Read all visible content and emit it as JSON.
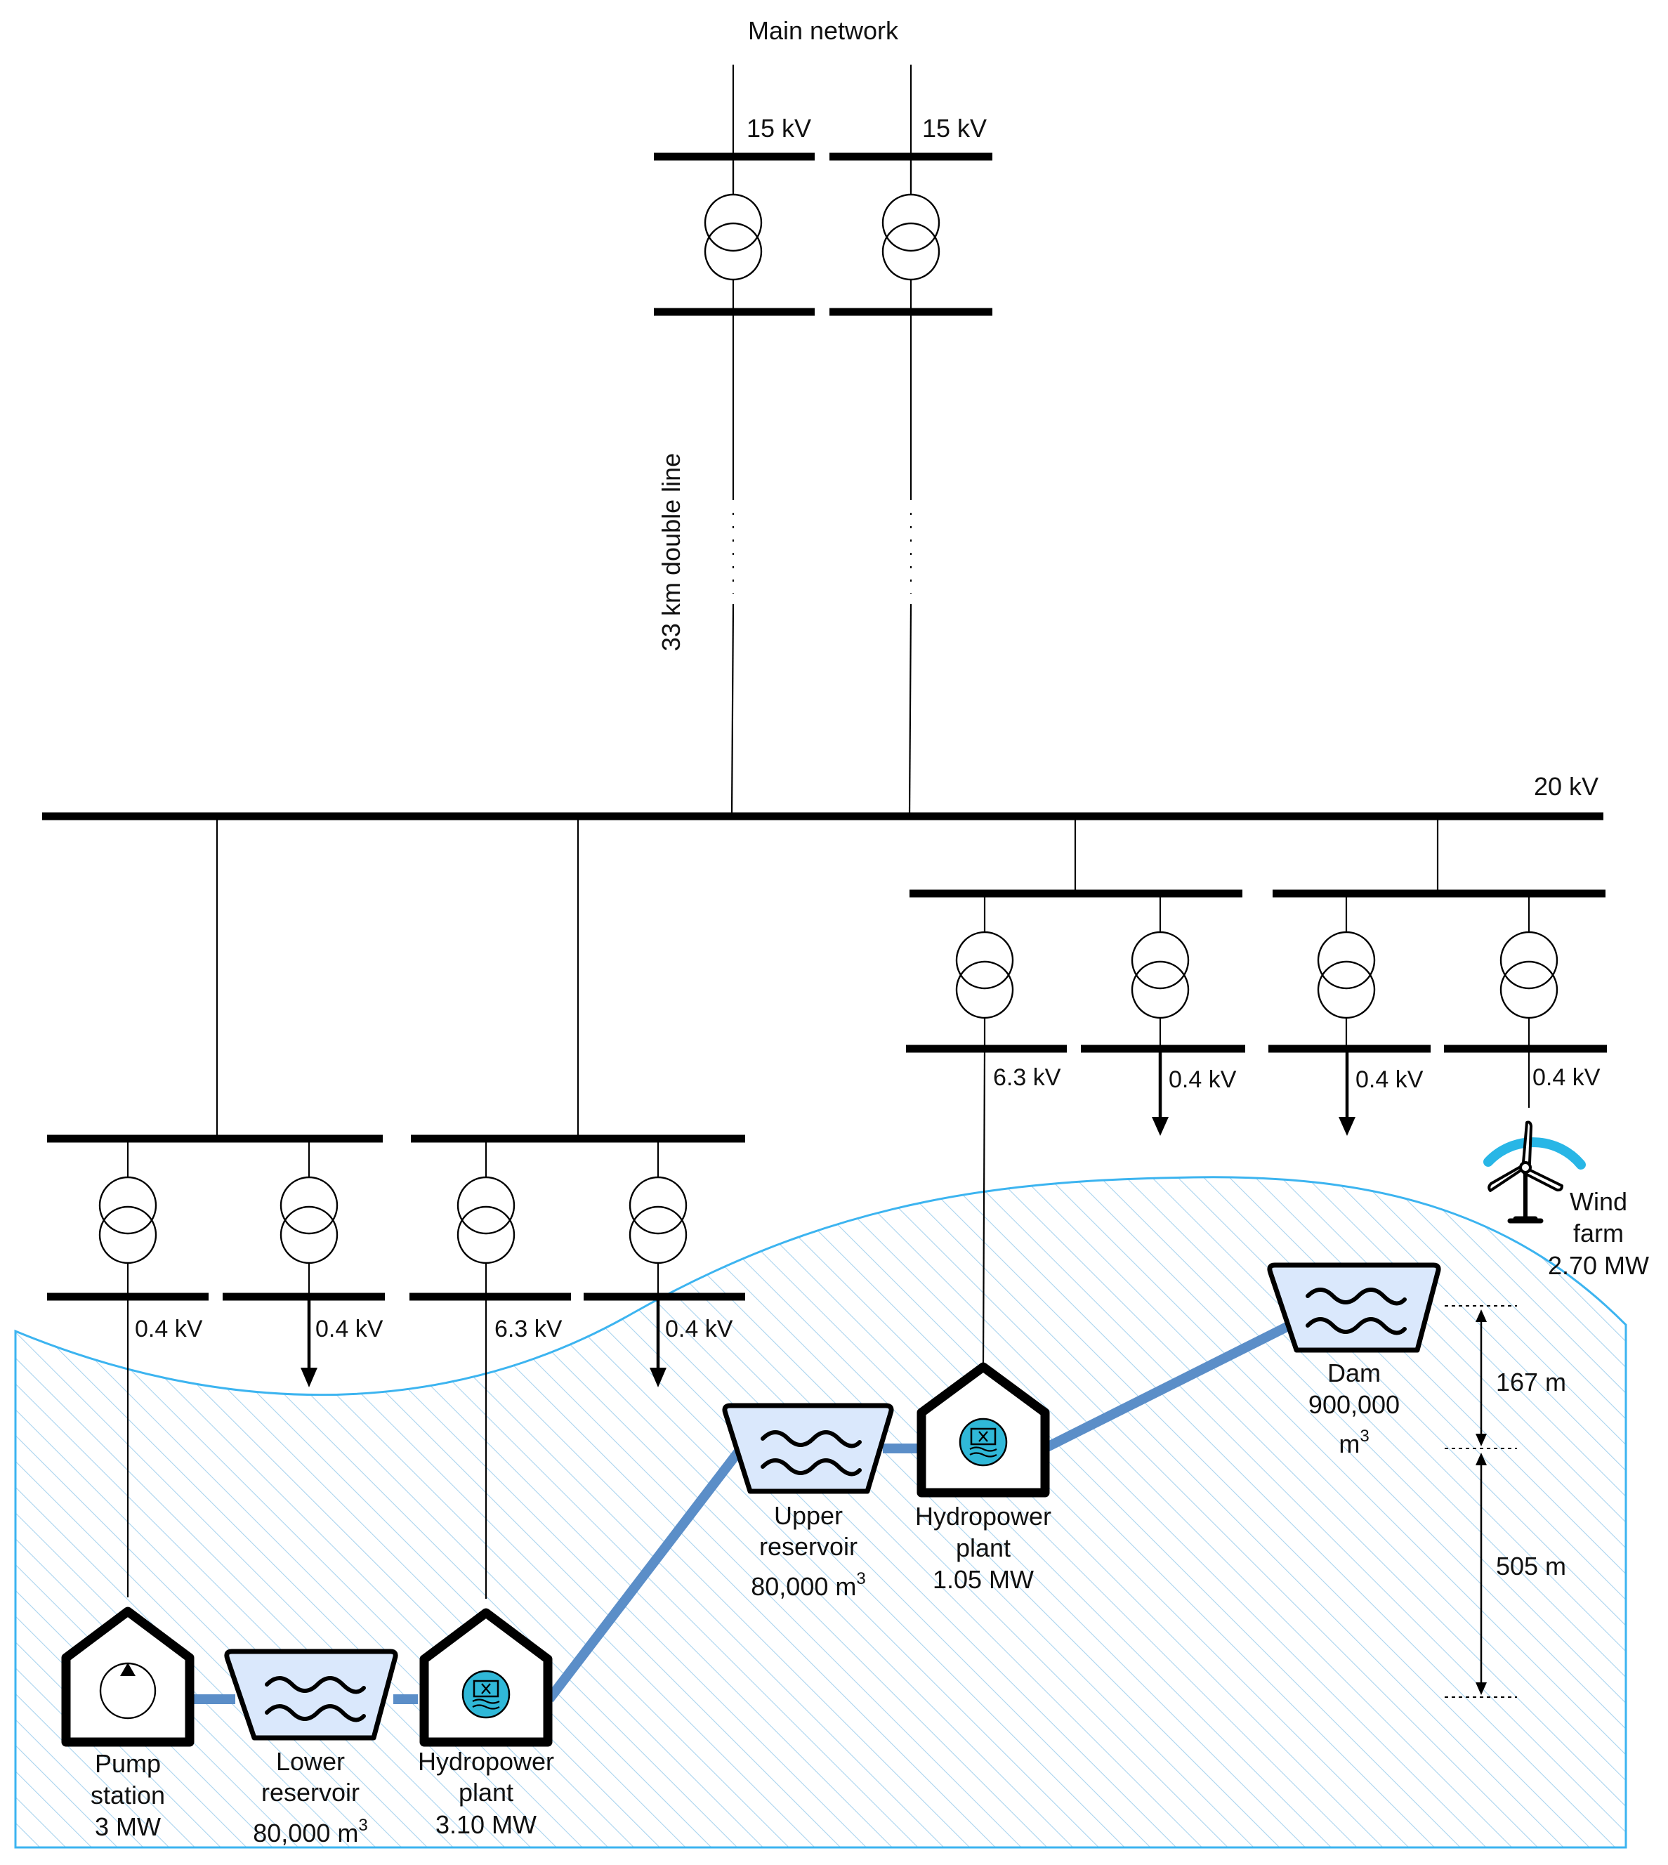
{
  "labels": {
    "main_network": "Main network",
    "kv15_left": "15 kV",
    "kv15_right": "15 kV",
    "double_line": "33 km double line",
    "kv20": "20 kV",
    "kv_l1": "0.4 kV",
    "kv_l2": "0.4 kV",
    "kv_l3": "6.3 kV",
    "kv_l4": "0.4 kV",
    "kv_r1": "6.3 kV",
    "kv_r2": "0.4 kV",
    "kv_r3": "0.4 kV",
    "kv_r4": "0.4 kV",
    "height_upper": "167 m",
    "height_lower": "505 m"
  },
  "units": {
    "pump_station": [
      "Pump",
      "station",
      "3 MW"
    ],
    "lower_reservoir": [
      "Lower",
      "reservoir",
      "80,000 m",
      "3"
    ],
    "hydro_lower": [
      "Hydropower",
      "plant",
      "3.10 MW"
    ],
    "upper_reservoir": [
      "Upper",
      "reservoir",
      "80,000 m",
      "3"
    ],
    "hydro_upper": [
      "Hydropower",
      "plant",
      "1.05 MW"
    ],
    "dam": [
      "Dam",
      "900,000",
      "m",
      "3"
    ],
    "wind_farm": [
      "Wind",
      "farm",
      "2.70 MW"
    ]
  },
  "colors": {
    "terrain_stroke": "#3cb4f0",
    "terrain_hatch": "#a9d3ee",
    "pipe": "#5b8ec8",
    "reservoir_fill": "#dae8fc",
    "turbine_icon": "#30b8d8",
    "wind_arc": "#28b6e6"
  }
}
